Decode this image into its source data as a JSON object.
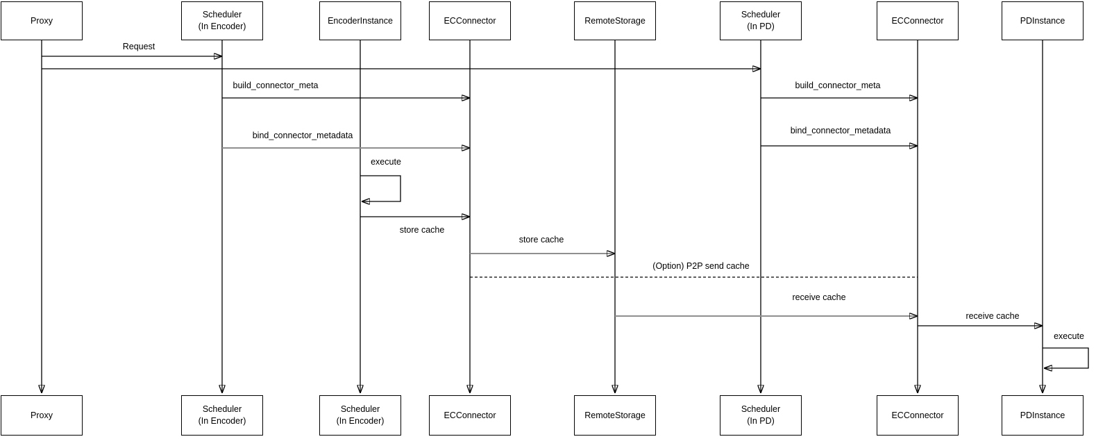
{
  "diagram": {
    "type": "sequence-diagram",
    "participants": [
      {
        "id": "proxy",
        "top_label": "Proxy",
        "bottom_label": "Proxy"
      },
      {
        "id": "scheduler-encoder",
        "top_label": "Scheduler\n(In Encoder)",
        "bottom_label": "Scheduler\n(In Encoder)"
      },
      {
        "id": "encoder-instance",
        "top_label": "EncoderInstance",
        "bottom_label": "Scheduler\n(In Encoder)"
      },
      {
        "id": "ec-connector-encoder",
        "top_label": "ECConnector",
        "bottom_label": "ECConnector"
      },
      {
        "id": "remote-storage",
        "top_label": "RemoteStorage",
        "bottom_label": "RemoteStorage"
      },
      {
        "id": "scheduler-pd",
        "top_label": "Scheduler\n(In PD)",
        "bottom_label": "Scheduler\n(In PD)"
      },
      {
        "id": "ec-connector-pd",
        "top_label": "ECConnector",
        "bottom_label": "ECConnector"
      },
      {
        "id": "pd-instance",
        "top_label": "PDInstance",
        "bottom_label": "PDInstance"
      }
    ],
    "messages": [
      {
        "label": "Request",
        "from": "Proxy",
        "to": "Scheduler (In Encoder)",
        "line": "solid"
      },
      {
        "label": "",
        "from": "Proxy",
        "to": "Scheduler (In PD)",
        "line": "solid"
      },
      {
        "label": "build_connector_meta",
        "from": "Scheduler (In Encoder)",
        "to": "ECConnector",
        "line": "solid"
      },
      {
        "label": "build_connector_meta",
        "from": "Scheduler (In PD)",
        "to": "ECConnector",
        "line": "solid"
      },
      {
        "label": "bind_connector_metadata",
        "from": "Scheduler (In Encoder)",
        "to": "ECConnector",
        "line": "solid"
      },
      {
        "label": "bind_connector_metadata",
        "from": "Scheduler (In PD)",
        "to": "ECConnector",
        "line": "solid"
      },
      {
        "label": "execute",
        "from": "EncoderInstance",
        "to": "EncoderInstance",
        "line": "self-loop"
      },
      {
        "label": "store cache",
        "from": "EncoderInstance",
        "to": "ECConnector",
        "line": "solid"
      },
      {
        "label": "store cache",
        "from": "ECConnector",
        "to": "RemoteStorage",
        "line": "solid"
      },
      {
        "label": "(Option) P2P send cache",
        "from": "ECConnector",
        "to": "ECConnector (In PD)",
        "line": "dashed"
      },
      {
        "label": "receive cache",
        "from": "RemoteStorage",
        "to": "ECConnector (In PD)",
        "line": "solid"
      },
      {
        "label": "receive cache",
        "from": "ECConnector (In PD)",
        "to": "PDInstance",
        "line": "solid"
      },
      {
        "label": "execute",
        "from": "PDInstance",
        "to": "PDInstance",
        "line": "self-loop"
      }
    ],
    "colors": {
      "line": "#000000",
      "muted_line": "#8f8f8f",
      "box_fill": "#ffffff",
      "box_stroke": "#000000",
      "text": "#000000",
      "background": "#ffffff"
    }
  }
}
